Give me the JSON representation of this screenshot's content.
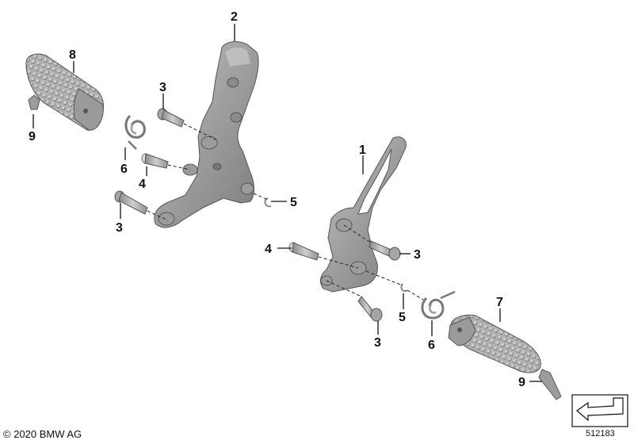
{
  "callouts": {
    "c1": "1",
    "c2": "2",
    "c3a": "3",
    "c3b": "3",
    "c3c": "3",
    "c3d": "3",
    "c4a": "4",
    "c4b": "4",
    "c5a": "5",
    "c5b": "5",
    "c6a": "6",
    "c6b": "6",
    "c7": "7",
    "c8": "8",
    "c9a": "9",
    "c9b": "9"
  },
  "footer": {
    "copyright": "© 2020 BMW AG",
    "doc_number": "512183"
  },
  "colors": {
    "part_fill": "#a9a9a9",
    "part_shade": "#8c8c8c",
    "part_light": "#cfcfcf",
    "text": "#111111"
  },
  "icons": [
    "orientation-arrow-icon"
  ]
}
